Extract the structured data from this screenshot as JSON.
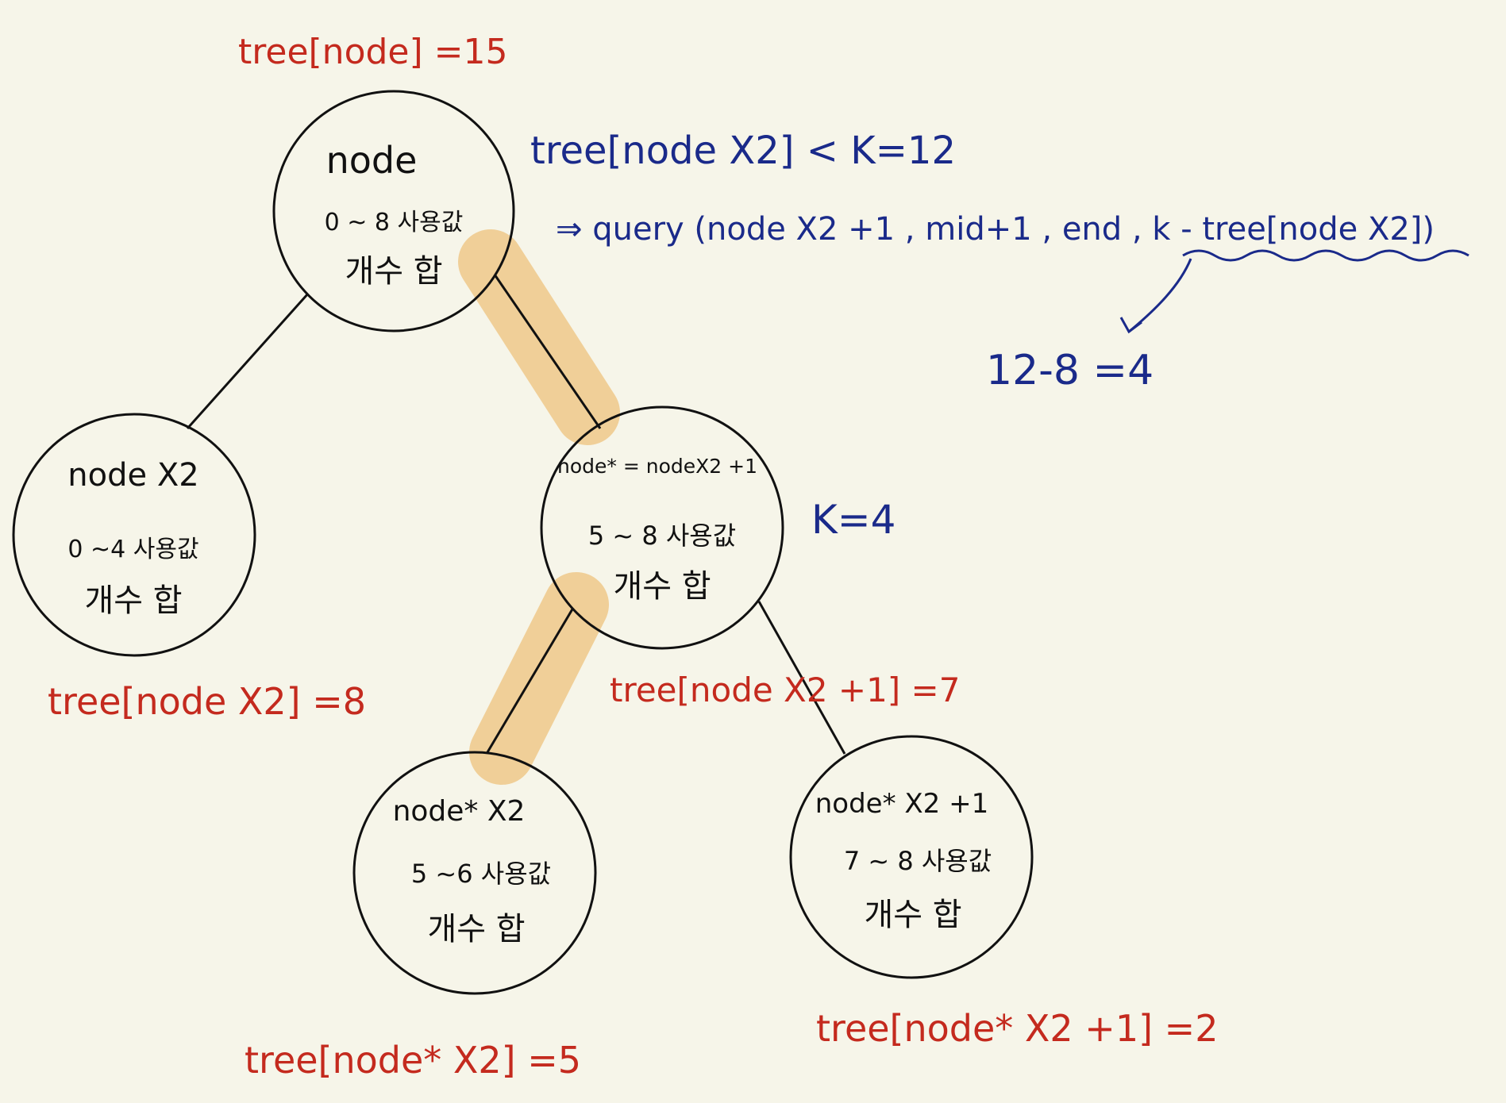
{
  "colors": {
    "background": "#f6f5e9",
    "black_ink": "#111111",
    "red_ink": "#c42a1e",
    "navy_ink": "#1a2a8a",
    "highlight": "#efc98a"
  },
  "nodes": {
    "root": {
      "name": "node",
      "range": "0 ~ 8 사용값",
      "sum": "개수 합",
      "value_label": "tree[node] =15"
    },
    "left": {
      "name": "node X2",
      "range": "0 ~4 사용값",
      "sum": "개수 합",
      "value_label": "tree[node X2] =8"
    },
    "right": {
      "name": "node* = nodeX2 +1",
      "range": "5 ~ 8 사용값",
      "sum": "개수 합",
      "value_label": "tree[node X2 +1] =7"
    },
    "right_left": {
      "name": "node* X2",
      "range": "5 ~6 사용값",
      "sum": "개수 합",
      "value_label": "tree[node* X2] =5"
    },
    "right_right": {
      "name": "node* X2 +1",
      "range": "7 ~ 8 사용값",
      "sum": "개수 합",
      "value_label": "tree[node* X2 +1] =2"
    }
  },
  "notes": {
    "compare": "tree[node X2] < K=12",
    "query": "⇒ query (node X2 +1 , mid+1 , end , k - tree[node X2])",
    "calc": "12-8 =4",
    "k_value": "K=4"
  }
}
